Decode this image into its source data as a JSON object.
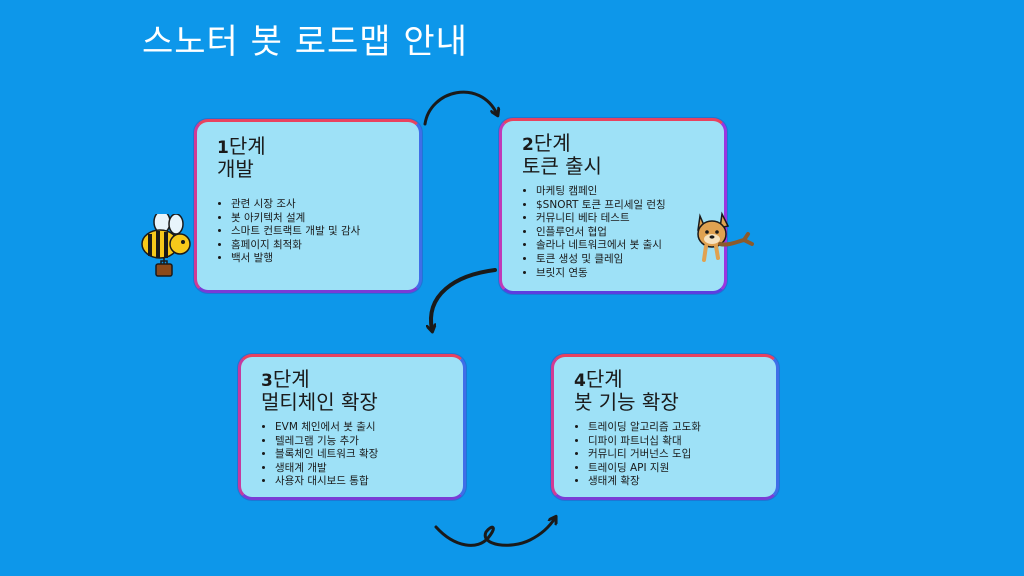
{
  "title": "스노터 봇 로드맵 안내",
  "cards": [
    {
      "number": "1",
      "stage": "단계",
      "heading": "개발",
      "items": [
        "관련 시장 조사",
        "봇 아키텍처 설계",
        "스마트 컨트랙트 개발 및 감사",
        "홈페이지 최적화",
        "백서 발행"
      ]
    },
    {
      "number": "2",
      "stage": "단계",
      "heading": "토큰 출시",
      "items": [
        "마케팅 캠페인",
        "$SNORT 토큰 프리세일 런칭",
        "커뮤니티 베타 테스트",
        "인플루언서 협업",
        "솔라나 네트워크에서 봇 출시",
        "토큰 생성 및 클레임",
        "브릿지 연동"
      ]
    },
    {
      "number": "3",
      "stage": "단계",
      "heading": "멀티체인 확장",
      "items": [
        "EVM 체인에서 봇 출시",
        "텔레그램 기능 추가",
        "블록체인 네트워크 확장",
        "생태계 개발",
        "사용자 대시보드 통합"
      ]
    },
    {
      "number": "4",
      "stage": "단계",
      "heading": "봇 기능 확장",
      "items": [
        "트레이딩 알고리즘 고도화",
        "디파이 파트너십 확대",
        "커뮤니티 거버넌스 도입",
        "트레이딩 API 지원",
        "생태계 확장"
      ]
    }
  ],
  "colors": {
    "background": "#0d97ea",
    "card": "#9ee1f7",
    "arrow": "#1a1a1a"
  }
}
